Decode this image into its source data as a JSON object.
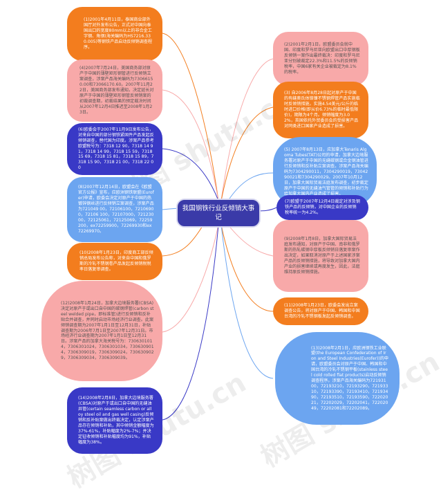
{
  "title": "我国钢铁行业反倾销大事记",
  "watermark": "树图 shutu.cn",
  "colors": {
    "orange": "#f37d1e",
    "pink": "#f8a9a9",
    "blue": "#3939c6",
    "sky": "#6ca5f0",
    "center": "#3a3aa8"
  },
  "left_nodes": [
    {
      "id": 1,
      "text": "(1)2001年4月11日，泰国商业部外国厅对外发布公告，正式对中国向泰国出口的宽度80mm以上的非合金工字钢、角钢(海关编码为HS7216.330.005)等钢铁产品启动反倾销调查程序。"
    },
    {
      "id": 4,
      "text": "(4)2007年7月24日，美国商务部对原产于中国的薄壁矩形钢管进行反倾销立案调查，涉案产品海关编码为73066150.00和73066170.60。2007年11月22日，美国商务部发布通知，决定延长对原产于中国的薄壁矩形钢管反倾销案的初裁调查期，初裁结果的预定裁决时间从2007年12月4日推迟至2008年1月23日。"
    },
    {
      "id": 6,
      "text": "(6)欧委会于2007年11月9日发布公告，对来自中国的部分钢铁紧固件产品发起反倾销调查，替代国为印度。涉案产品参考欧盟税号为：7318 12 90，7318 14 91，7318 14 99，7318 15 59，7318 15 69，7318 15 81，7318 15 89，7318 15 90，7318 21 00，7318 22 00"
    },
    {
      "id": 8,
      "text": "(8)2007年12月14日，欧盟会在《欧盟官方公报》宣布，应欧洲钢铁联盟(Eurofer)申请，欧委会决定对原产于中国的热镀锌钢丝进行反倾销立案调查，涉案产品为721049 00，72106100，72106900，72106 100，72107000，72123000，72125061，72125069，72259200，ex72259900，72269930和ex72269970。"
    },
    {
      "id": 10,
      "text": "(10)2008年1月23日，印度商工部反倾销总局发布公告称，对来自中国和俄罗斯的冷轧不锈钢卷产品发起反倾销税税率日落复审调查。"
    },
    {
      "id": 12,
      "text": "(12)2008年1月24日，加拿大边境服务署(CBSA)决定对原产于或出口自中国的碳钢焊管(carbon steel welded pipe，即标准管)进行反倾销和反补贴合并调查，并同时启动市场经济行业调查。此案倾销调查期为2007年1月1日至12月31日，补贴调查期为2006年7月1日至2007年12月31日。市场经济行业调查期为2007年1月1日至12月31日。涉案产品的加拿大海关税号为：7306301014，7306301024，7306301034，7306309014，7306309019，7306309024，7306309029，7306309034，7306309039。"
    },
    {
      "id": 14,
      "text": "(14)2008年2月8日，加拿大边境服务署(CBSA)对原产于或出口自中国的无缝油井管(certain seamless carbon or alloy steel oil and gas well casing)反倾销和反补贴案做出终裁决定，认定涉案产品存在倾销和补贴，其中倾销金额幅度为37%-61%，补贴幅度为2%-7%；并决定征收倾销和补贴幅度均为91%，补贴幅度为38%。"
    }
  ],
  "right_nodes": [
    {
      "id": 2,
      "text": "(2)2001年2月1日，欧盟委员会就中国、印度和罗马尼亚向欧盟出口中厚钢板反倾销一案作出最终裁决：印度和罗马尼亚分别被裁定22.3%和11.5%的反倾销税率，中国6家有关企业被裁定为8.1%的税率。"
    },
    {
      "id": 3,
      "text": "(3) 自2006年8月28日起对原产于中国的有缝奥氏体铬镍不锈钢焊管产品实施临时反倾销措施，实施4.54美元/公斤的临时进口价格(即从价6.73%的临时最低限价)，期限为4个月。倾销幅度为3.02%，英国依托外贸委员会的受损害产品对同类进口国家产业造成了损害。"
    },
    {
      "id": 5,
      "text": "(5) 2007年8月13日，应加拿大Tenaris Algoma Tubes(TAT)公司的申请，加拿大边境服务署对原产于中国的无缝碳钢或合金钢油管进行反倾销和反补贴立案调查。涉案产品海关编码为7304290011，7304290019，7304290021和7304290029。2007年10月12日，加拿大国际贸易法庭发布调查，初步裁定原产于中国的无缝油气管管的倾销和补贴行为给加拿大国内产业造成了损害。"
    },
    {
      "id": 7,
      "text": "(7)欧盟于2007年12月4日裁定对涉及钢铁产品的反倾销，对中国企业的反倾销税率统一为4.2%。"
    },
    {
      "id": 9,
      "text": "(9)2008年1月8日，加拿大国际贸易法庭发布通知，对原产于中国、南非和俄罗斯的热轧碳钢中厚板反倾销日落复审案作出决定，如果取消对原产于上述国家涉案产品的反倾销措施，将导致对加拿大国内产业的损害继续或再度发生，因此，法庭维持原反倾销措施。"
    },
    {
      "id": 11,
      "text": "(11)2008年1月23日，欧委会发出立案调查公告，将对原产于中国、韩国和中国台湾的冷轧不锈钢板发起反倾销调查。"
    },
    {
      "id": 13,
      "text": "(13)2008年2月1日，应欧洲钢铁工业联盟(the European Confederation of Iron and Steel Industries(Eurofer))的申请，欧盟委员会对原产于中国、韩国和中国台湾的冷轧不锈钢平板(stainless steel cold rolled flat products)启动反倾销调查程序。涉案产品海关编码为72193100，72193210，72193290，72193310，72193390，72193410，72193490，72193510，72193590，72202021，72202029，72202041，72202049，72202081和72202089。"
    }
  ]
}
